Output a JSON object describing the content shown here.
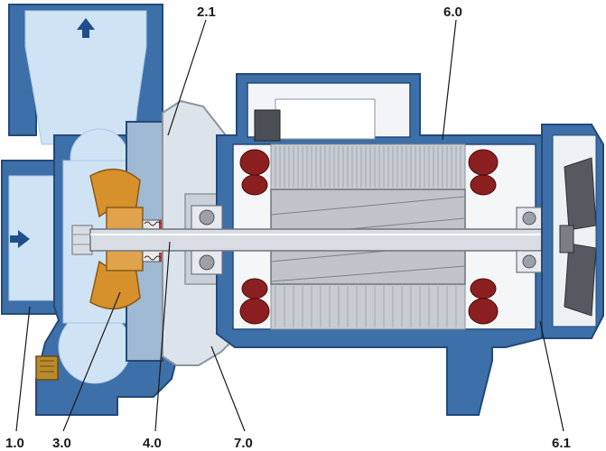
{
  "diagram": {
    "colors": {
      "casing": "#3d6fa8",
      "casing_dark": "#24497a",
      "water": "#cfe3f4",
      "water_dark": "#a9c9e6",
      "steel": "#d9dde3",
      "steel_dark": "#8d949c",
      "impeller": "#d6902c",
      "copper": "#8c1f1f",
      "fan": "#555a60",
      "stator": "#c7ccd3",
      "background": "#ffffff"
    },
    "callouts": [
      {
        "id": "1.0",
        "label": "1.0"
      },
      {
        "id": "2.1",
        "label": "2.1"
      },
      {
        "id": "3.0",
        "label": "3.0"
      },
      {
        "id": "4.0",
        "label": "4.0"
      },
      {
        "id": "6.0",
        "label": "6.0"
      },
      {
        "id": "6.1",
        "label": "6.1"
      },
      {
        "id": "7.0",
        "label": "7.0"
      }
    ],
    "flow_arrows": [
      {
        "name": "outlet-flow-arrow",
        "direction": "up"
      },
      {
        "name": "inlet-flow-arrow",
        "direction": "right"
      }
    ]
  }
}
